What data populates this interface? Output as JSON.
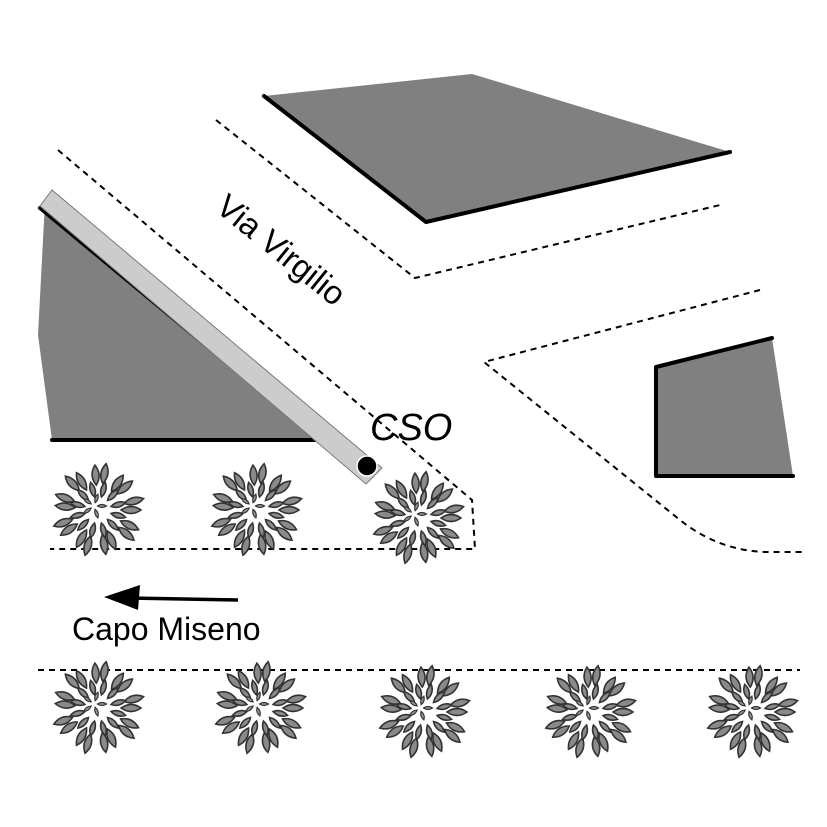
{
  "labels": {
    "street": "Via Virgilio",
    "outfall": "CSO",
    "direction": "Capo Miseno"
  },
  "colors": {
    "building": "#808080",
    "pipe": "#cccccc",
    "ink": "#000000"
  },
  "icons": {
    "tree": "tree-icon",
    "arrow": "arrow-left-icon",
    "outfall_point": "circle-marker-icon"
  }
}
